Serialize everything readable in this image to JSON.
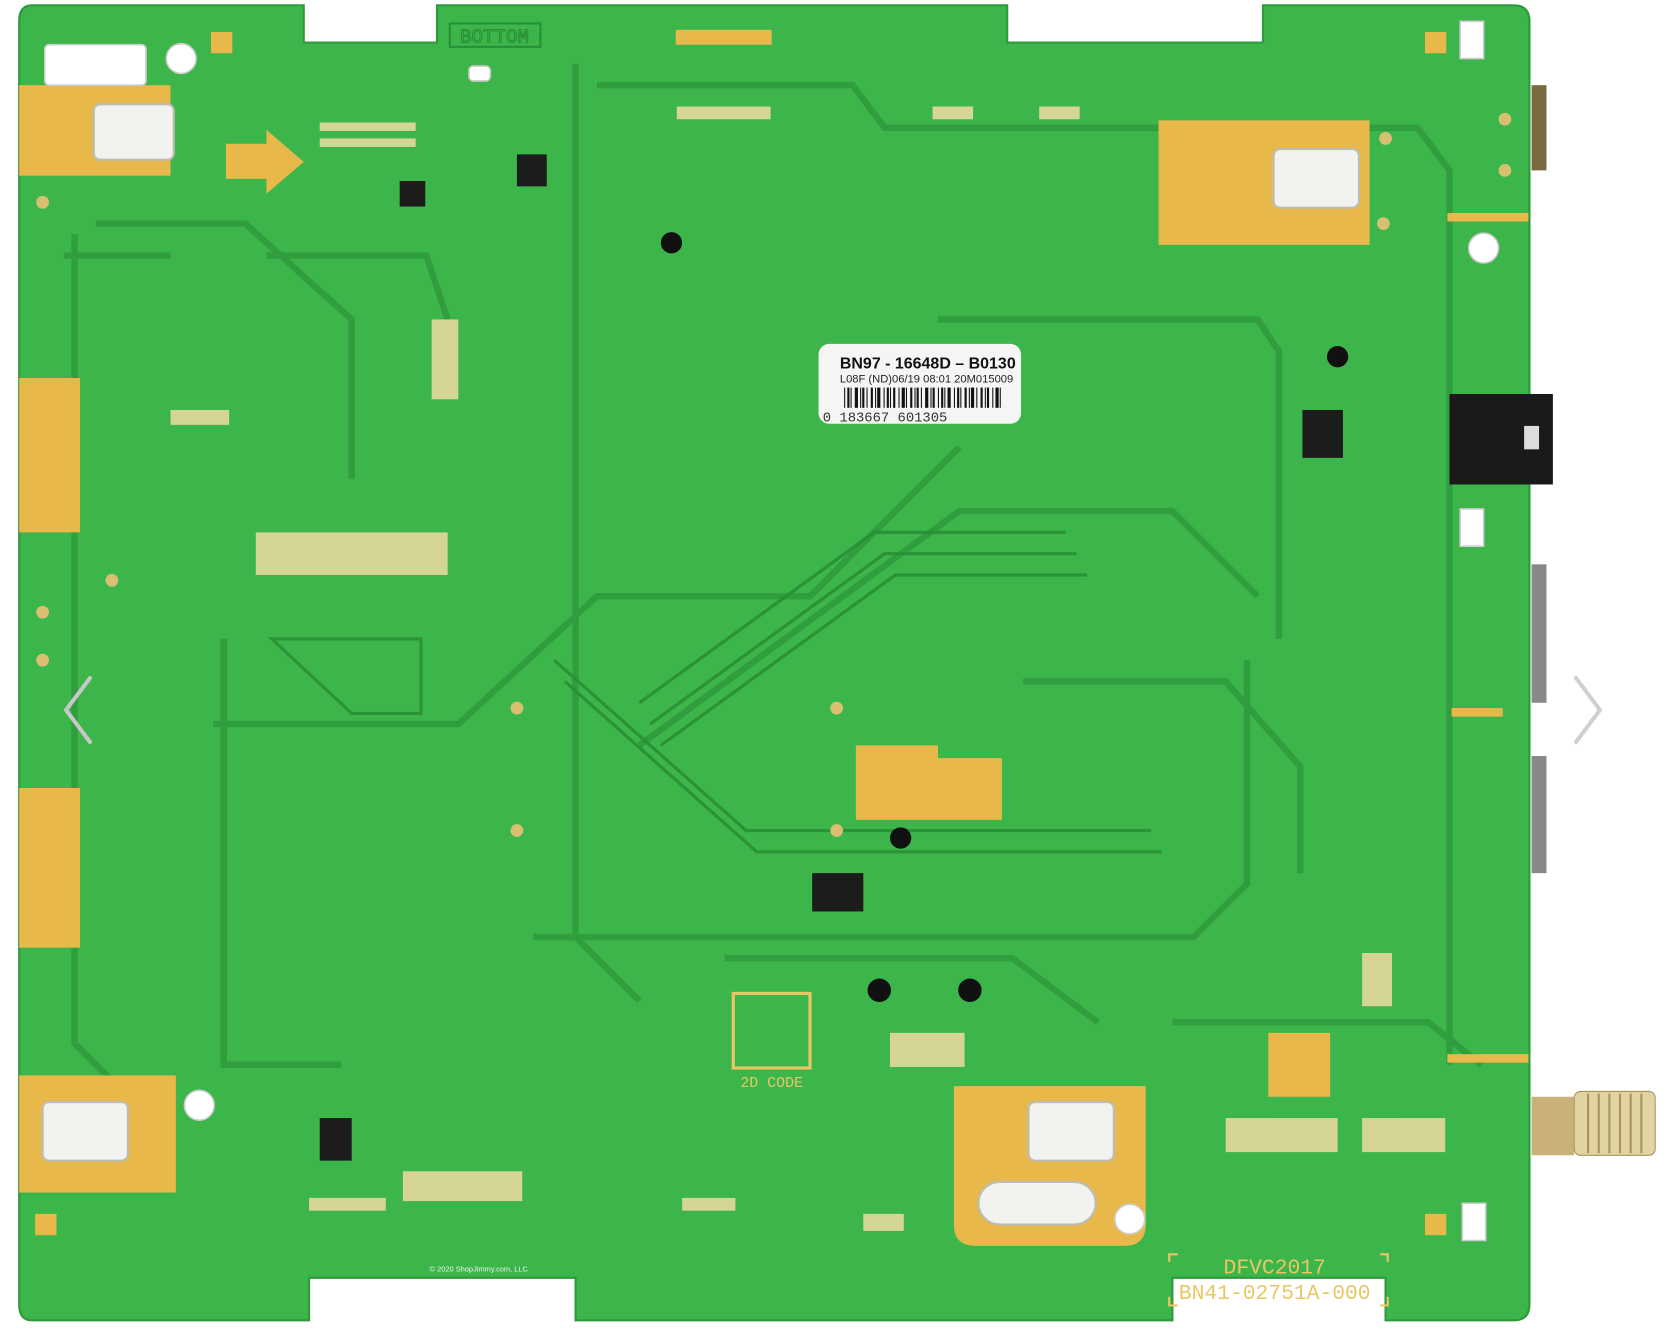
{
  "product_image": {
    "silkscreen": {
      "side_label": "BOTTOM",
      "code_box_label": "2D CODE",
      "model_line1": "DFVC2017",
      "model_line2": "BN41-02751A-000",
      "copyright": "© 2020 ShopJimmy.com, LLC"
    },
    "sticker": {
      "part_number": "BN97 - 16648D – B0130",
      "lot_line": "L08F (ND)06/19 08:01 20M015009",
      "barcode_digits": "0  183667 601305"
    },
    "colors": {
      "board": "#3cb54a",
      "trace": "#2e9a3c",
      "gold": "#e8b84a",
      "silk": "#e9c766"
    }
  },
  "gallery": {
    "prev_icon": "chevron-left-icon",
    "next_icon": "chevron-right-icon"
  }
}
